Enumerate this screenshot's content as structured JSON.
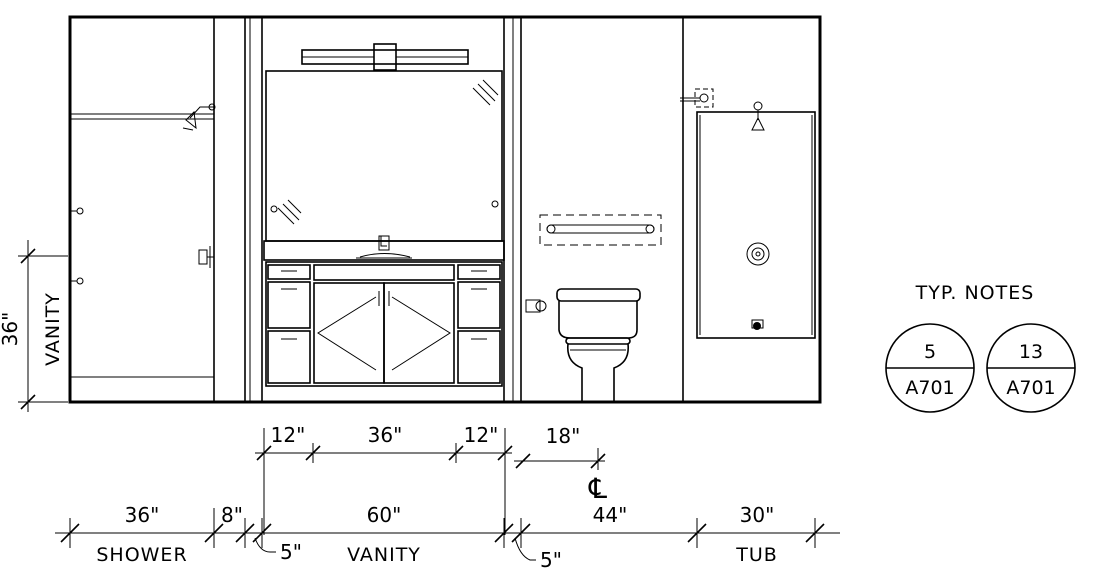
{
  "dimensions": {
    "vertical": {
      "value": "36\"",
      "label": "VANITY"
    },
    "upper": [
      "12\"",
      "36\"",
      "12\"",
      "18\""
    ],
    "centerline": "℄",
    "lower": [
      "36\"",
      "8\"",
      "60\"",
      "44\"",
      "30\""
    ],
    "offsets": [
      "5\"",
      "5\""
    ],
    "zones": [
      "SHOWER",
      "VANITY",
      "TUB"
    ]
  },
  "notes": {
    "title": "TYP. NOTES",
    "tags": [
      {
        "number": "5",
        "sheet": "A701"
      },
      {
        "number": "13",
        "sheet": "A701"
      }
    ]
  }
}
